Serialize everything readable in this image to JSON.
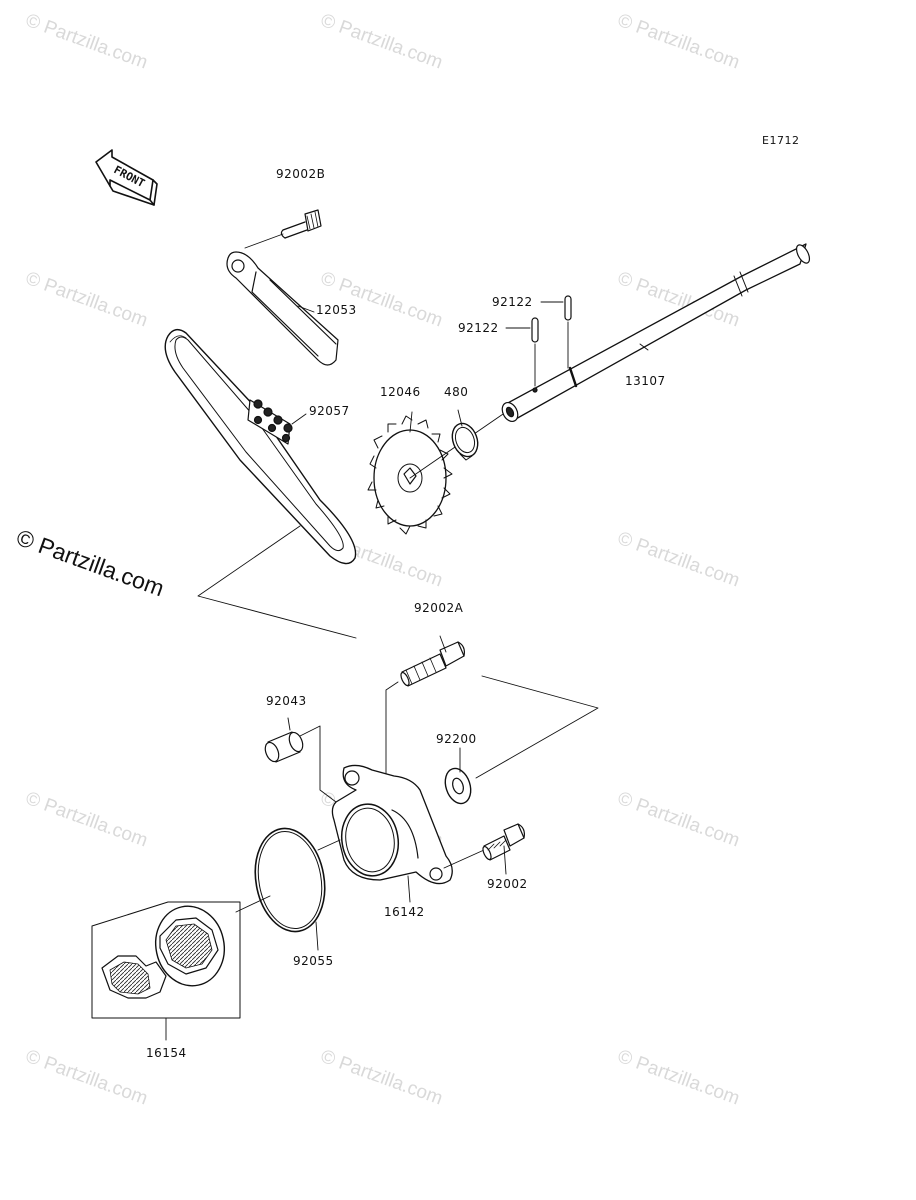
{
  "diagram": {
    "code": "E1712",
    "front_label": "FRONT",
    "watermark": "© Partzilla.com",
    "parts": {
      "p92002B": "92002B",
      "p12053": "12053",
      "p92122a": "92122",
      "p92122b": "92122",
      "p13107": "13107",
      "p92057": "92057",
      "p12046": "12046",
      "p480": "480",
      "p92002A": "92002A",
      "p92043": "92043",
      "p92200": "92200",
      "p92002": "92002",
      "p16142": "16142",
      "p92055": "92055",
      "p16154": "16154"
    }
  }
}
